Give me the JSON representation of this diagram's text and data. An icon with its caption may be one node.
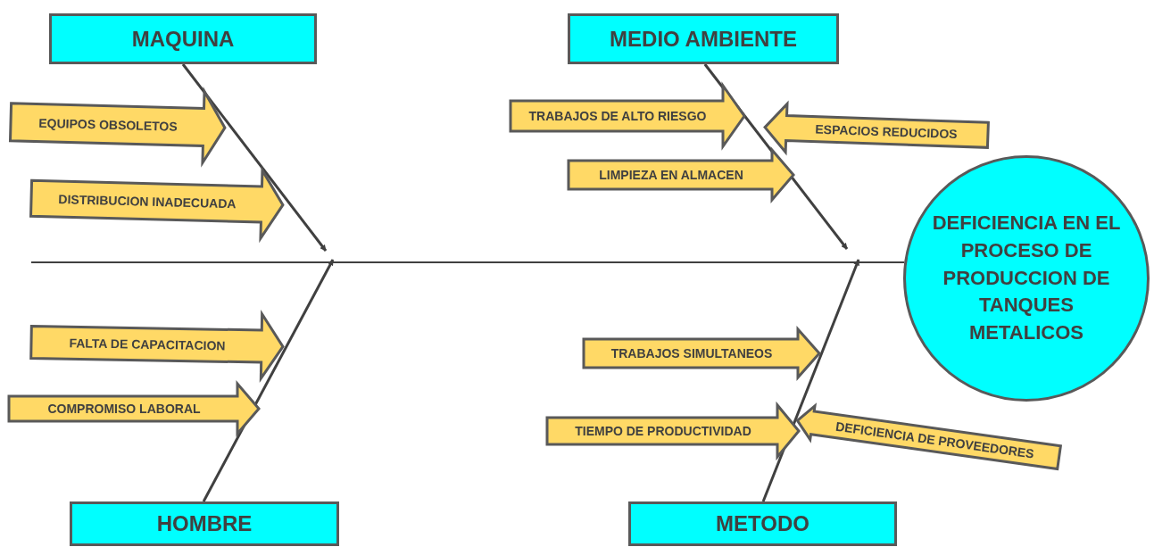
{
  "diagram": {
    "nodes": [
      {
        "text": [
          "MAQUINA"
        ]
      },
      {
        "text": [
          "MEDIO AMBIENTE"
        ]
      },
      {
        "text": [
          "EQUIPOS OBSOLETOS"
        ]
      },
      {
        "text": [
          "TRABAJOS DE ALTO RIESGO"
        ]
      },
      {
        "text": [
          "ESPACIOS REDUCIDOS"
        ]
      },
      {
        "text": [
          "LIMPIEZA EN ALMACEN"
        ]
      },
      {
        "text": [
          "DISTRIBUCION INADECUADA"
        ]
      },
      {
        "text": [
          "DEFICIENCIA EN EL PROCESO DE PRODUCCION DE TANQUES METALICOS"
        ]
      },
      {
        "text": [
          "FALTA DE CAPACITACION"
        ]
      },
      {
        "text": [
          "TRABAJOS SIMULTANEOS"
        ]
      },
      {
        "text": [
          "DEFICIENCIA DE PROVEEDORES"
        ]
      },
      {
        "text": [
          "COMPROMISO LABORAL"
        ]
      },
      {
        "text": [
          "TIEMPO DE PRODUCTIVIDAD"
        ]
      },
      {
        "text": [
          "HOMBRE"
        ]
      },
      {
        "text": [
          "METODO"
        ]
      }
    ],
    "edges": [
      {
        "from": 0,
        "to": null,
        "arrow": "to"
      },
      {
        "from": 1,
        "to": null,
        "arrow": "to"
      },
      {
        "from": 13,
        "to": null,
        "arrow": "to"
      },
      {
        "from": 14,
        "to": null,
        "arrow": "to"
      },
      {
        "from": null,
        "to": 7,
        "arrow": "none"
      }
    ]
  }
}
